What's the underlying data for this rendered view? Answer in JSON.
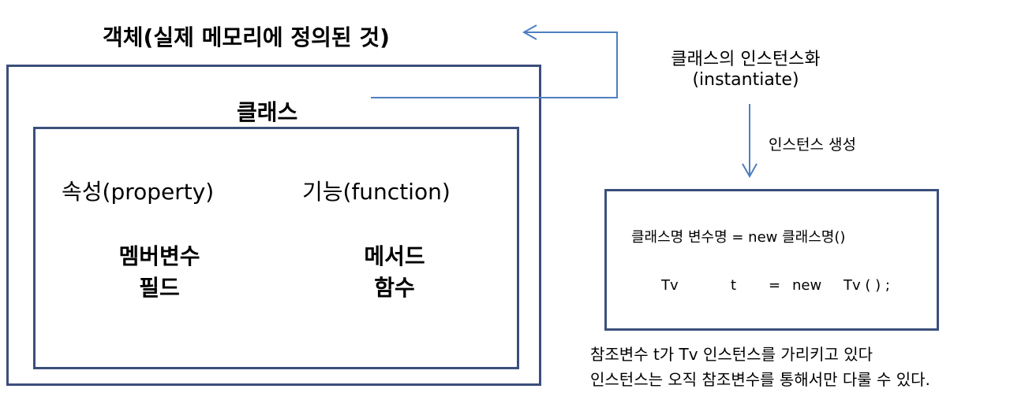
{
  "object_title": "객체(실제 메모리에 정의된 것)",
  "class_box": {
    "title": "클래스",
    "property_label": "속성(property)",
    "function_label": "기능(function)",
    "member_line1": "멤버변수",
    "member_line2": "필드",
    "method_line1": "메서드",
    "method_line2": "함수"
  },
  "instantiation": {
    "line1": "클래스의 인스턴스화",
    "line2": "(instantiate)",
    "create_label": "인스턴스 생성"
  },
  "code_box": {
    "syntax": "클래스명 변수명 = new 클래스명()",
    "example_type": "Tv",
    "example_var": "t",
    "example_eq": "=",
    "example_new": "new",
    "example_ctor": "Tv ( ) ;"
  },
  "notes": {
    "line1": "참조변수 t가 Tv 인스턴스를 가리키고 있다",
    "line2": "인스턴스는 오직 참조변수를 통해서만 다룰 수 있다."
  },
  "colors": {
    "box_border": "#3b4f7a",
    "arrow": "#4f7ec0"
  }
}
